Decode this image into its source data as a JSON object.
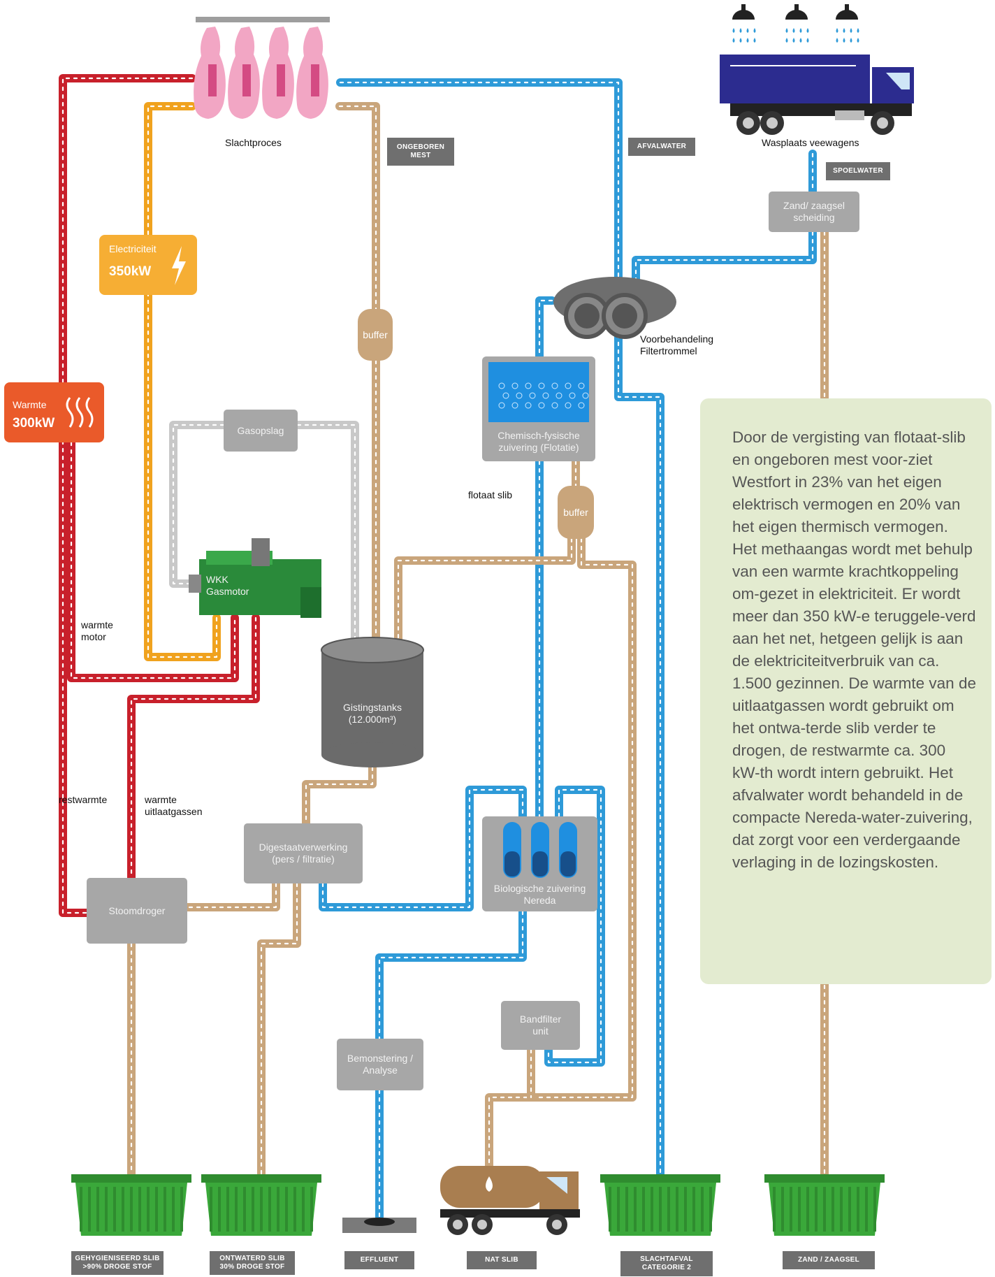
{
  "labels": {
    "slachtproces": "Slachtproces",
    "wasplaats": "Wasplaats veewagens",
    "voorbehandeling": "Voorbehandeling\nFiltertrommel",
    "flotaat_slib": "flotaat slib",
    "warmte_motor": "warmte\nmotor",
    "restwarmte": "restwarmte",
    "warmte_uitlaatgassen": "warmte\nuitlaatgassen"
  },
  "tags": {
    "ongeboren_mest": "ONGEBOREN\nMEST",
    "afvalwater": "AFVALWATER",
    "spoelwater": "SPOELWATER"
  },
  "energy": {
    "electriciteit_title": "Electriciteit",
    "electriciteit_value": "350kW",
    "warmte_title": "Warmte",
    "warmte_value": "300kW"
  },
  "boxes": {
    "zand_scheiding": "Zand/ zaagsel\nscheiding",
    "gasopslag": "Gasopslag",
    "chemisch": "Chemisch-fysische\nzuivering (Flotatie)",
    "wkk": "WKK\nGasmotor",
    "gistingstanks": "Gistingstanks\n(12.000m³)",
    "digestaat": "Digestaatverwerking\n(pers / filtratie)",
    "biologische": "Biologische zuivering\nNereda",
    "stoomdroger": "Stoomdroger",
    "bandfilter": "Bandfilter\nunit",
    "bemonstering": "Bemonstering /\nAnalyse"
  },
  "buffers": [
    "buffer",
    "buffer"
  ],
  "outputs": [
    "GEHYGIENISEERD SLIB\n>90% DROGE STOF",
    "ONTWATERD SLIB\n30% DROGE STOF",
    "EFFLUENT",
    "NAT SLIB",
    "SLACHTAFVAL\nCATEGORIE 2",
    "ZAND / ZAAGSEL"
  ],
  "description": "Door de vergisting van flotaat-slib en ongeboren mest voor-ziet Westfort in 23% van het eigen elektrisch vermogen en 20% van het eigen thermisch vermogen. Het methaangas wordt met behulp van een warmte krachtkoppeling om-gezet in elektriciteit. Er wordt meer dan 350 kW-e teruggele-verd aan het net, hetgeen gelijk is aan de elektriciteitverbruik van ca. 1.500 gezinnen. De warmte van de uitlaatgassen wordt gebruikt om het ontwa-terde slib verder te drogen, de restwarmte ca. 300 kW-th wordt intern gebruikt. Het afvalwater wordt behandeld in de compacte Nereda-water-zuivering, dat zorgt voor een verdergaande verlaging in de lozingskosten.",
  "colors": {
    "red_pipe": "#c8202b",
    "orange_pipe": "#f0a21e",
    "tan_pipe": "#c9a57b",
    "blue_pipe": "#2e9ad8",
    "grey_pipe": "#c8c8c8",
    "box_grey": "#a7a7a7",
    "tag_grey": "#6f6f6f",
    "green": "#3a9b3a",
    "text_card": "#e3ebd0"
  }
}
